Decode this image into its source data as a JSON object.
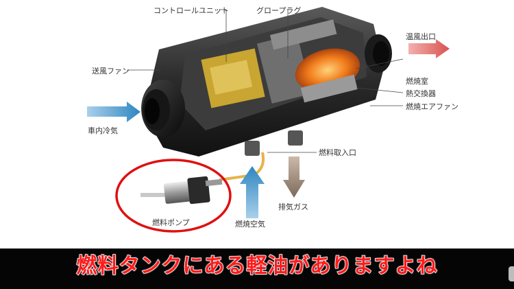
{
  "labels": {
    "control_unit": "コントロールユニット",
    "glow_plug": "グロープラグ",
    "fan": "送風ファン",
    "warm_air_out": "温風出口",
    "combustion_chamber": "燃焼室",
    "heat_exchanger": "熱交換器",
    "combustion_air_fan": "燃焼エアファン",
    "cabin_cold_air": "車内冷気",
    "fuel_inlet": "燃料取入口",
    "exhaust_gas": "排気ガス",
    "fuel_pump": "燃料ポンプ",
    "combustion_air": "燃焼空気"
  },
  "caption": "燃料タンクにある軽油がありますよね",
  "colors": {
    "warm_arrow": "#d9534f",
    "cold_arrow": "#3b8dc4",
    "exhaust_arrow": "#8b7766",
    "highlight_circle": "#e01010",
    "caption_text": "#ff1a1a",
    "caption_band": "#050505"
  }
}
